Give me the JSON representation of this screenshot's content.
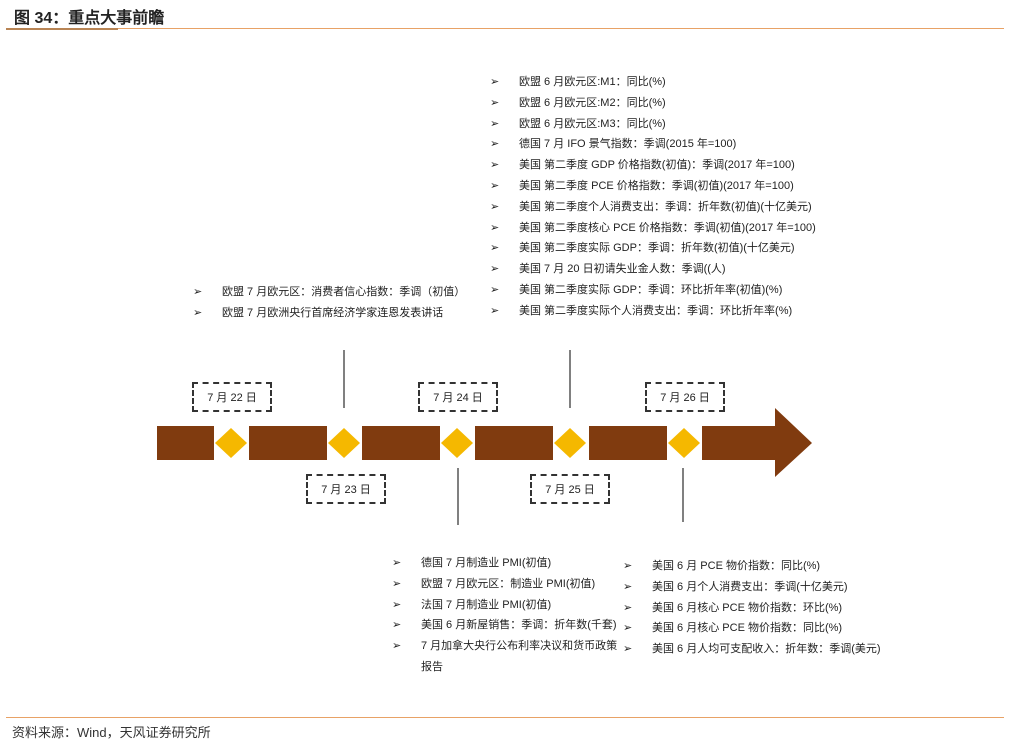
{
  "title": "图 34：重点大事前瞻",
  "source": "资料来源：Wind，天风证券研究所",
  "colors": {
    "arrow": "#803b0f",
    "diamond": "#f5b800",
    "rule": "#e8a266"
  },
  "marker": "➢",
  "dates": [
    "7 月 22 日",
    "7 月 23 日",
    "7 月 24 日",
    "7 月 25 日",
    "7 月 26 日"
  ],
  "lists": {
    "jul22": [
      "欧盟 7 月欧元区：消费者信心指数：季调（初值）",
      "欧盟 7 月欧洲央行首席经济学家连恩发表讲话"
    ],
    "jul25": [
      "欧盟 6 月欧元区:M1：同比(%)",
      "欧盟 6 月欧元区:M2：同比(%)",
      "欧盟 6 月欧元区:M3：同比(%)",
      "德国 7 月 IFO 景气指数：季调(2015 年=100)",
      "美国 第二季度 GDP 价格指数(初值)：季调(2017 年=100)",
      "美国 第二季度 PCE 价格指数：季调(初值)(2017 年=100)",
      "美国 第二季度个人消费支出：季调：折年数(初值)(十亿美元)",
      "美国 第二季度核心 PCE 价格指数：季调(初值)(2017 年=100)",
      "美国 第二季度实际 GDP：季调：折年数(初值)(十亿美元)",
      "美国 7 月 20 日初请失业金人数：季调((人)",
      "美国 第二季度实际 GDP：季调：环比折年率(初值)(%)",
      "美国 第二季度实际个人消费支出：季调：环比折年率(%)"
    ],
    "jul24": [
      "德国 7 月制造业 PMI(初值)",
      "欧盟 7 月欧元区：制造业 PMI(初值)",
      "法国 7 月制造业 PMI(初值)",
      "美国 6 月新屋销售：季调：折年数(千套)",
      "7 月加拿大央行公布利率决议和货币政策报告"
    ],
    "jul26": [
      "美国 6 月 PCE 物价指数：同比(%)",
      "美国 6 月个人消费支出：季调(十亿美元)",
      "美国 6 月核心 PCE 物价指数：环比(%)",
      "美国 6 月核心 PCE 物价指数：同比(%)",
      "美国 6 月人均可支配收入：折年数：季调(美元)"
    ]
  }
}
